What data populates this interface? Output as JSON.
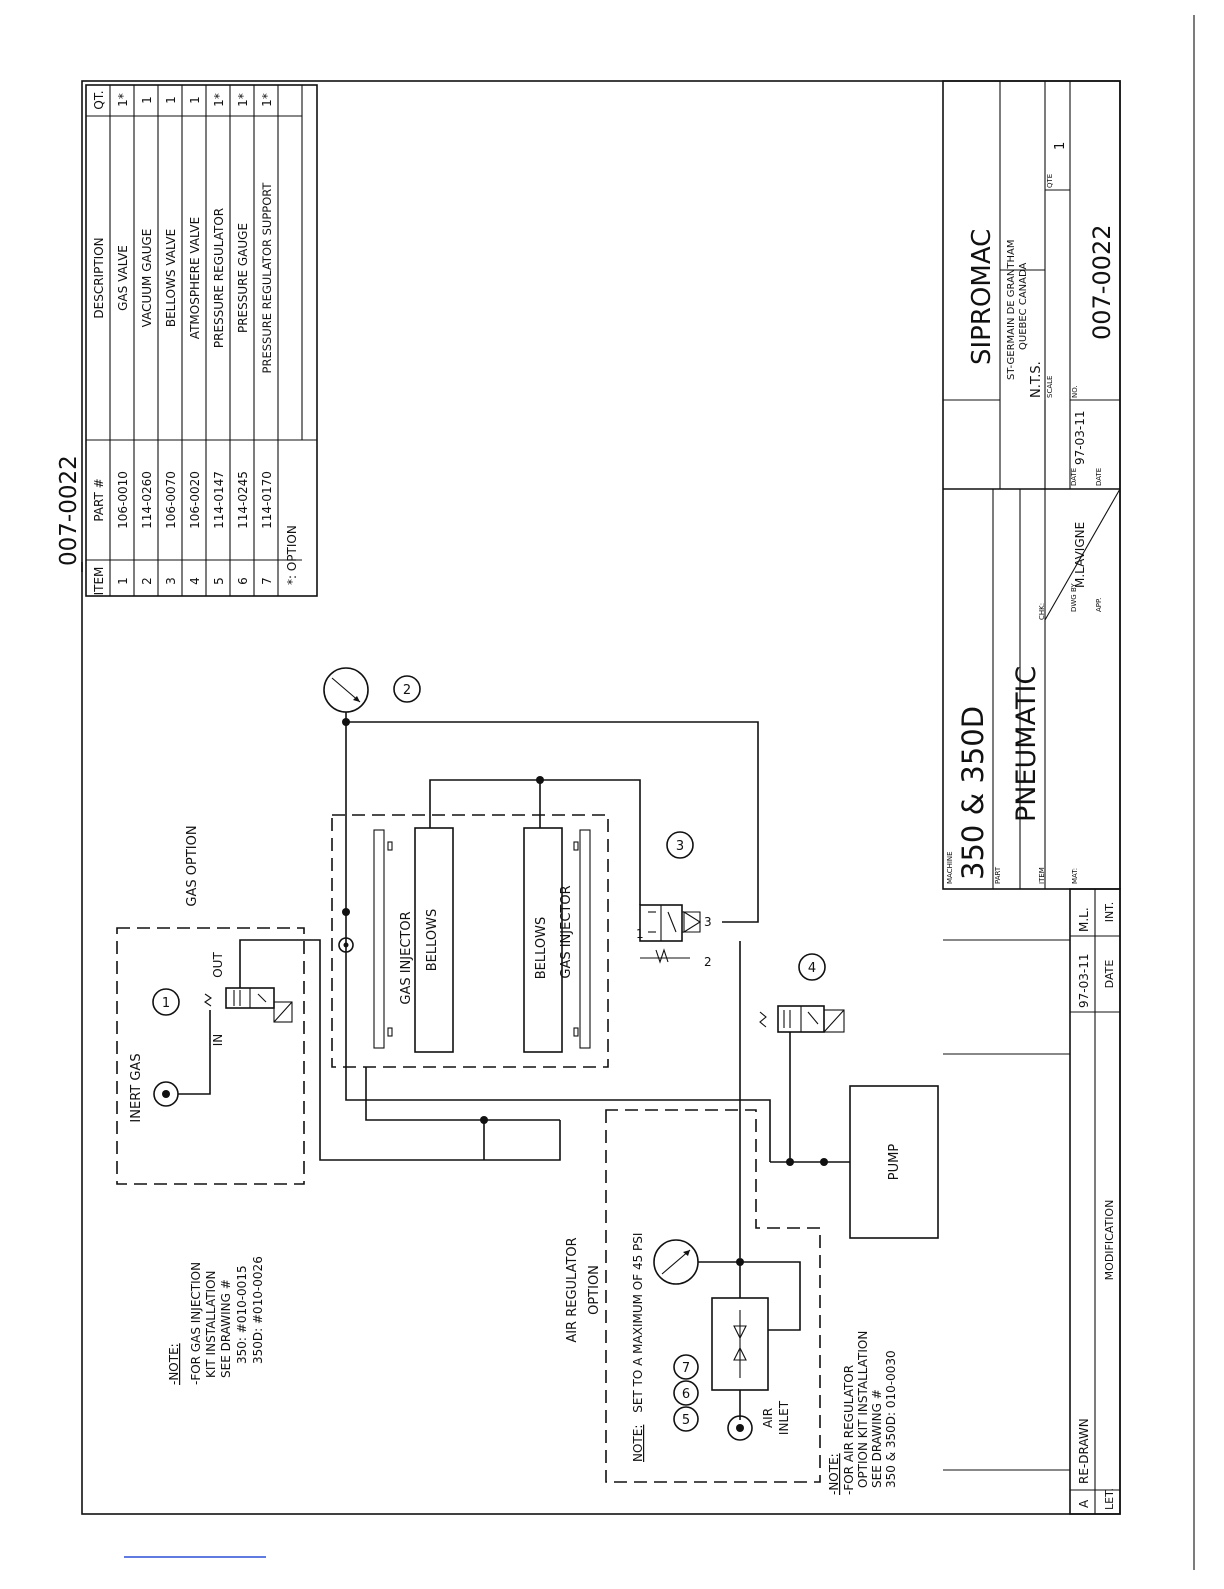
{
  "header_number": "007-0022",
  "parts_table": {
    "headers": {
      "item": "ITEM",
      "part": "PART #",
      "description": "DESCRIPTION",
      "qty": "QT."
    },
    "rows": [
      {
        "item": "1",
        "part": "106-0010",
        "description": "GAS VALVE",
        "qty": "1*"
      },
      {
        "item": "2",
        "part": "114-0260",
        "description": "VACUUM GAUGE",
        "qty": "1"
      },
      {
        "item": "3",
        "part": "106-0070",
        "description": "BELLOWS VALVE",
        "qty": "1"
      },
      {
        "item": "4",
        "part": "106-0020",
        "description": "ATMOSPHERE VALVE",
        "qty": "1"
      },
      {
        "item": "5",
        "part": "114-0147",
        "description": "PRESSURE REGULATOR",
        "qty": "1*"
      },
      {
        "item": "6",
        "part": "114-0245",
        "description": "PRESSURE GAUGE",
        "qty": "1*"
      },
      {
        "item": "7",
        "part": "114-0170",
        "description": "PRESSURE REGULATOR SUPPORT",
        "qty": "1*"
      }
    ],
    "footnote": "*: OPTION"
  },
  "diagram": {
    "gas_option_label": "GAS OPTION",
    "inert_gas_label": "INERT GAS",
    "in_label": "IN",
    "out_label": "OUT",
    "gas_injector_label": "GAS INJECTOR",
    "bellows_label": "BELLOWS",
    "pump_label": "PUMP",
    "air_inlet_label": "AIR\nINLET",
    "air_regulator_label": "AIR REGULATOR\nOPTION",
    "max_note_prefix": "NOTE:",
    "max_note_text": "SET TO A MAXIMUM OF 45 PSI",
    "port_labels": [
      "1",
      "2",
      "3"
    ],
    "balloons": [
      "1",
      "2",
      "3",
      "4",
      "5",
      "6",
      "7"
    ]
  },
  "notes": {
    "gas_note": [
      "-NOTE:",
      "-FOR GAS INJECTION",
      "KIT INSTALLATION",
      "SEE DRAWING #",
      "350:  #010-0015",
      "350D:  #010-0026"
    ],
    "air_note": [
      "-NOTE:",
      "-FOR AIR REGULATOR",
      "OPTION KIT INSTALLATION",
      "SEE DRAWING #",
      "350 & 350D:  010-0030"
    ]
  },
  "title_block": {
    "machine_label": "MACHINE",
    "machine": "350 & 350D",
    "part_label": "PART",
    "part": "PNEUMATIC",
    "item_label": "ITEM",
    "mat_label": "MAT:",
    "chk_label": "CHK:",
    "drawn_by_label": "DWG BY",
    "drawn_by": "M.LAVIGNE",
    "app_label": "APP.",
    "date_label": "DATE",
    "date_value": "97-03-11",
    "date2_label": "DATE",
    "company": "SIPROMAC",
    "address1": "ST-GERMAIN DE GRANTHAM",
    "address2": "QUEBEC CANADA",
    "scale_note": "N.T.S.",
    "scale_label": "SCALE",
    "qty_label": "QTE",
    "qty_value": "1",
    "no_label": "NO.",
    "drawing_no": "007-0022"
  },
  "revision_block": {
    "let": "A",
    "let_label": "LET.",
    "modification": "RE-DRAWN",
    "modification_label": "MODIFICATION",
    "date": "97-03-11",
    "date_label": "DATE",
    "initials": "M.L.",
    "initials_label": "INT."
  }
}
